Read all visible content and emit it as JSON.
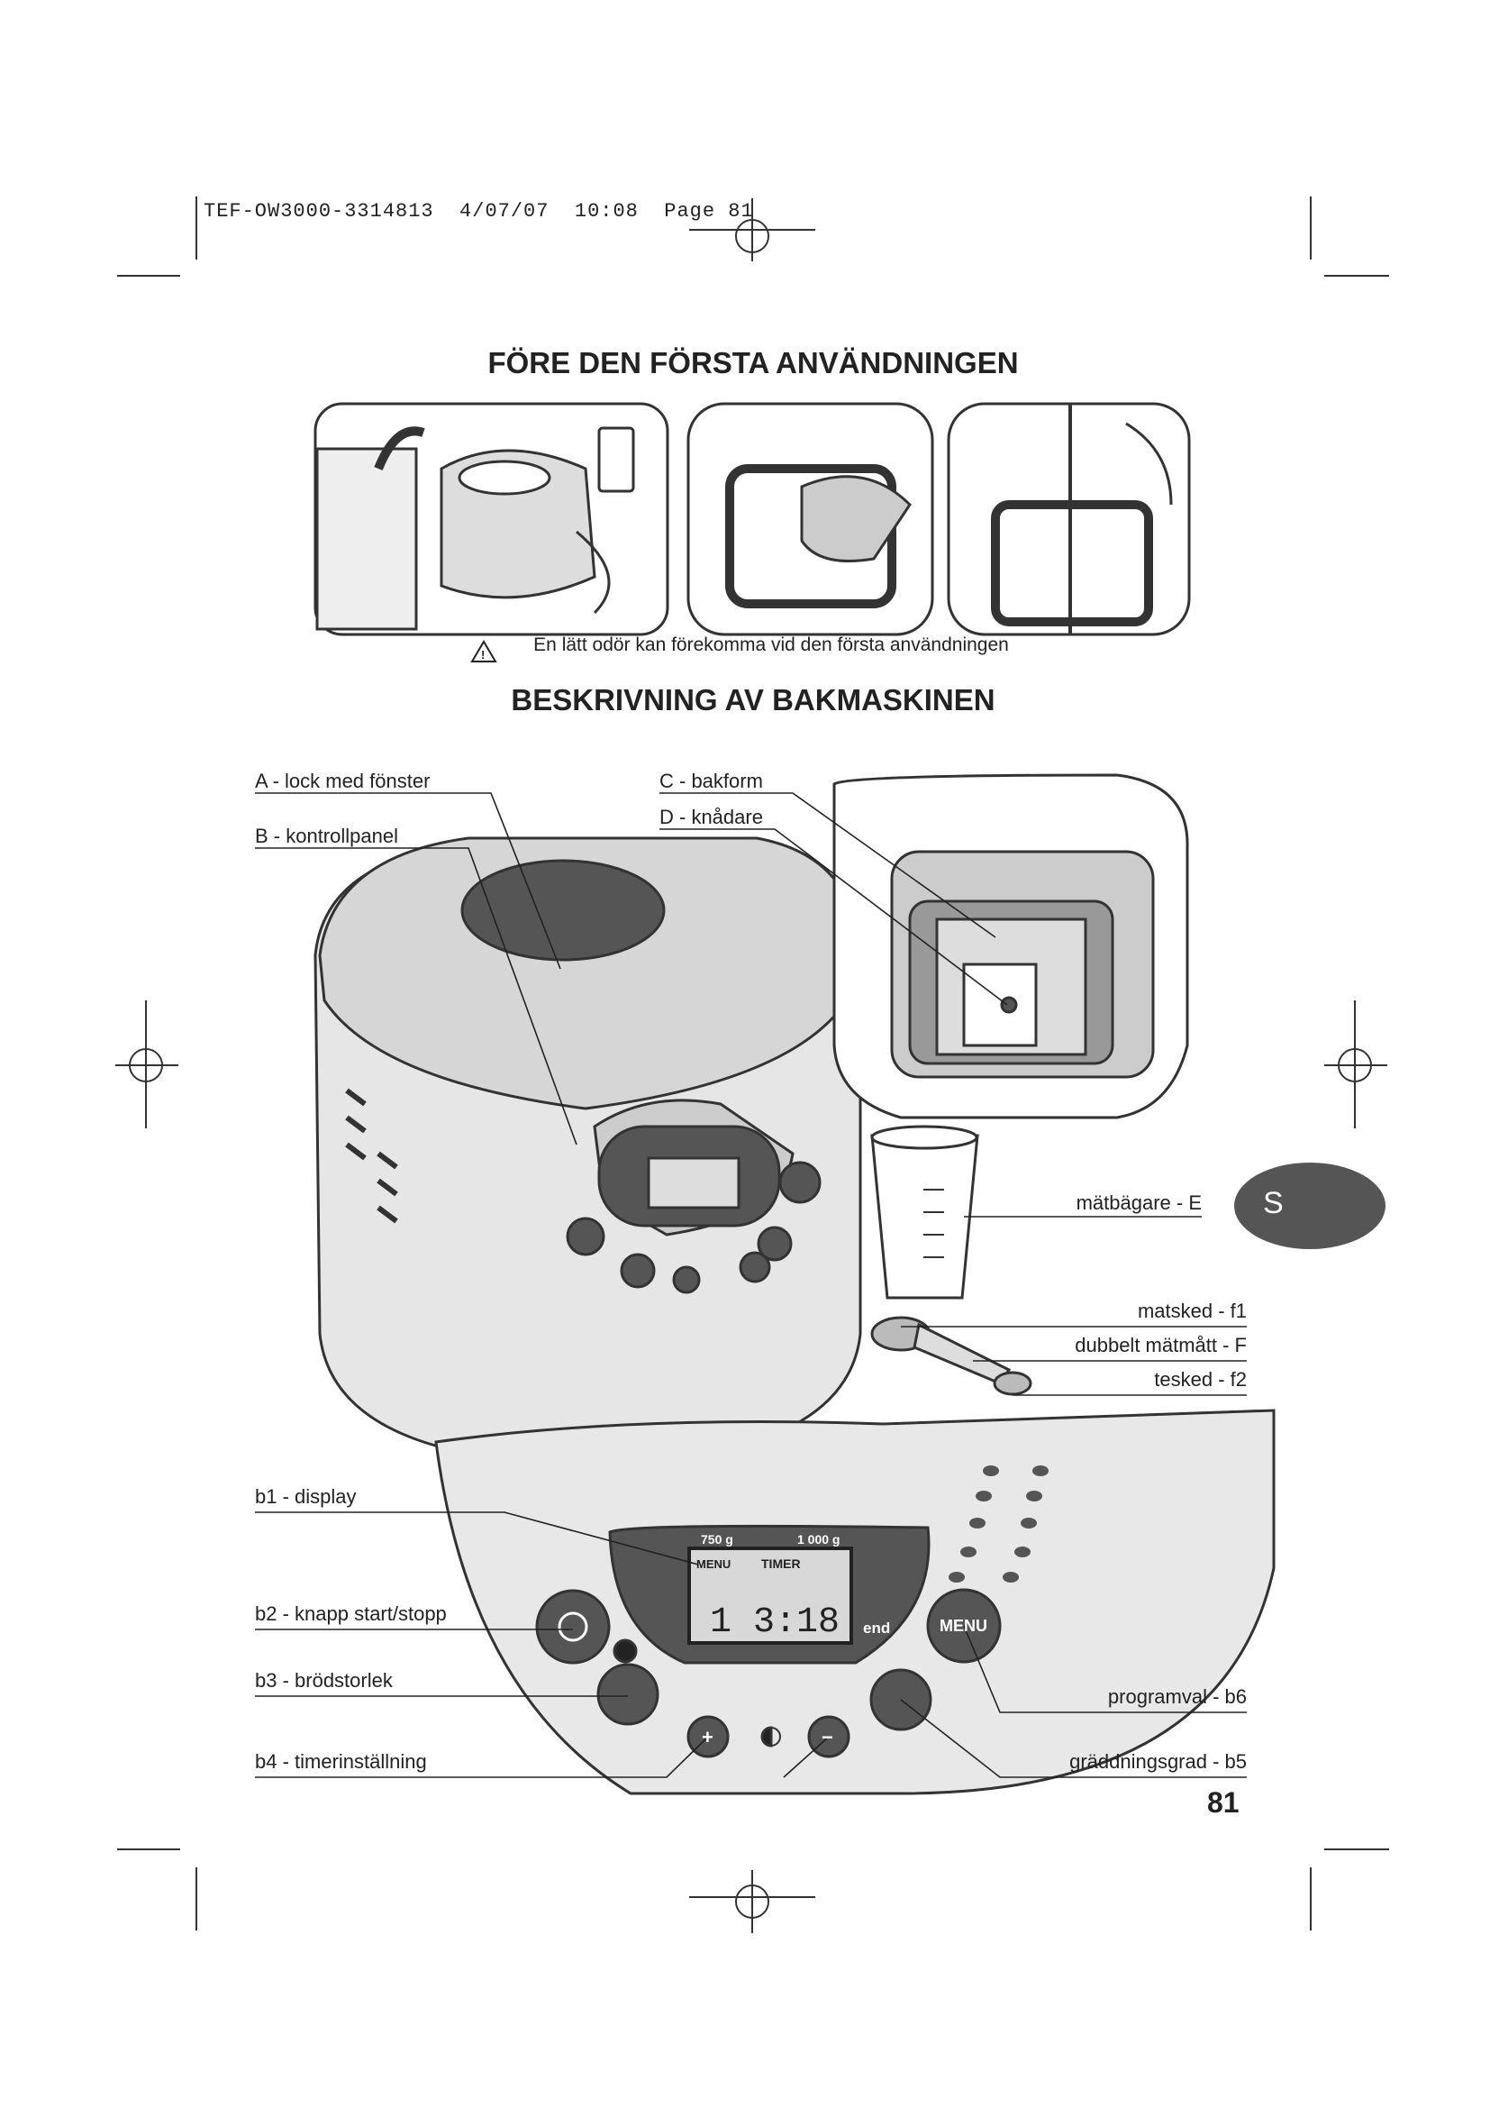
{
  "header": {
    "print_line": "TEF-OW3000-3314813  4/07/07  10:08  Page 81"
  },
  "section1": {
    "title": "FÖRE DEN FÖRSTA ANVÄNDNINGEN",
    "warning": "En lätt odör kan förekomma vid den första användningen",
    "warning_icon": "warning-triangle-icon"
  },
  "section2": {
    "title": "BESKRIVNING AV BAKMASKINEN",
    "labels": {
      "a": "A - lock med fönster",
      "b": "B - kontrollpanel",
      "c": "C - bakform",
      "d": "D - knådare",
      "e": "mätbägare - E",
      "f1": "matsked - f1",
      "f": "dubbelt mätmått - F",
      "f2": "tesked - f2",
      "b1": "b1 - display",
      "b2": "b2 - knapp start/stopp",
      "b3": "b3 - brödstorlek",
      "b4": "b4 - timerinställning",
      "b6": "programval - b6",
      "b5": "gräddningsgrad - b5"
    }
  },
  "panel": {
    "weight_small": "750 g",
    "weight_large": "1 000 g",
    "timer": "TIMER",
    "menu_indicator": "MENU",
    "time": "1 3:18",
    "end": "end",
    "menu_button": "MENU",
    "plus": "+",
    "minus": "−"
  },
  "language_tab": "S",
  "page_number": "81"
}
